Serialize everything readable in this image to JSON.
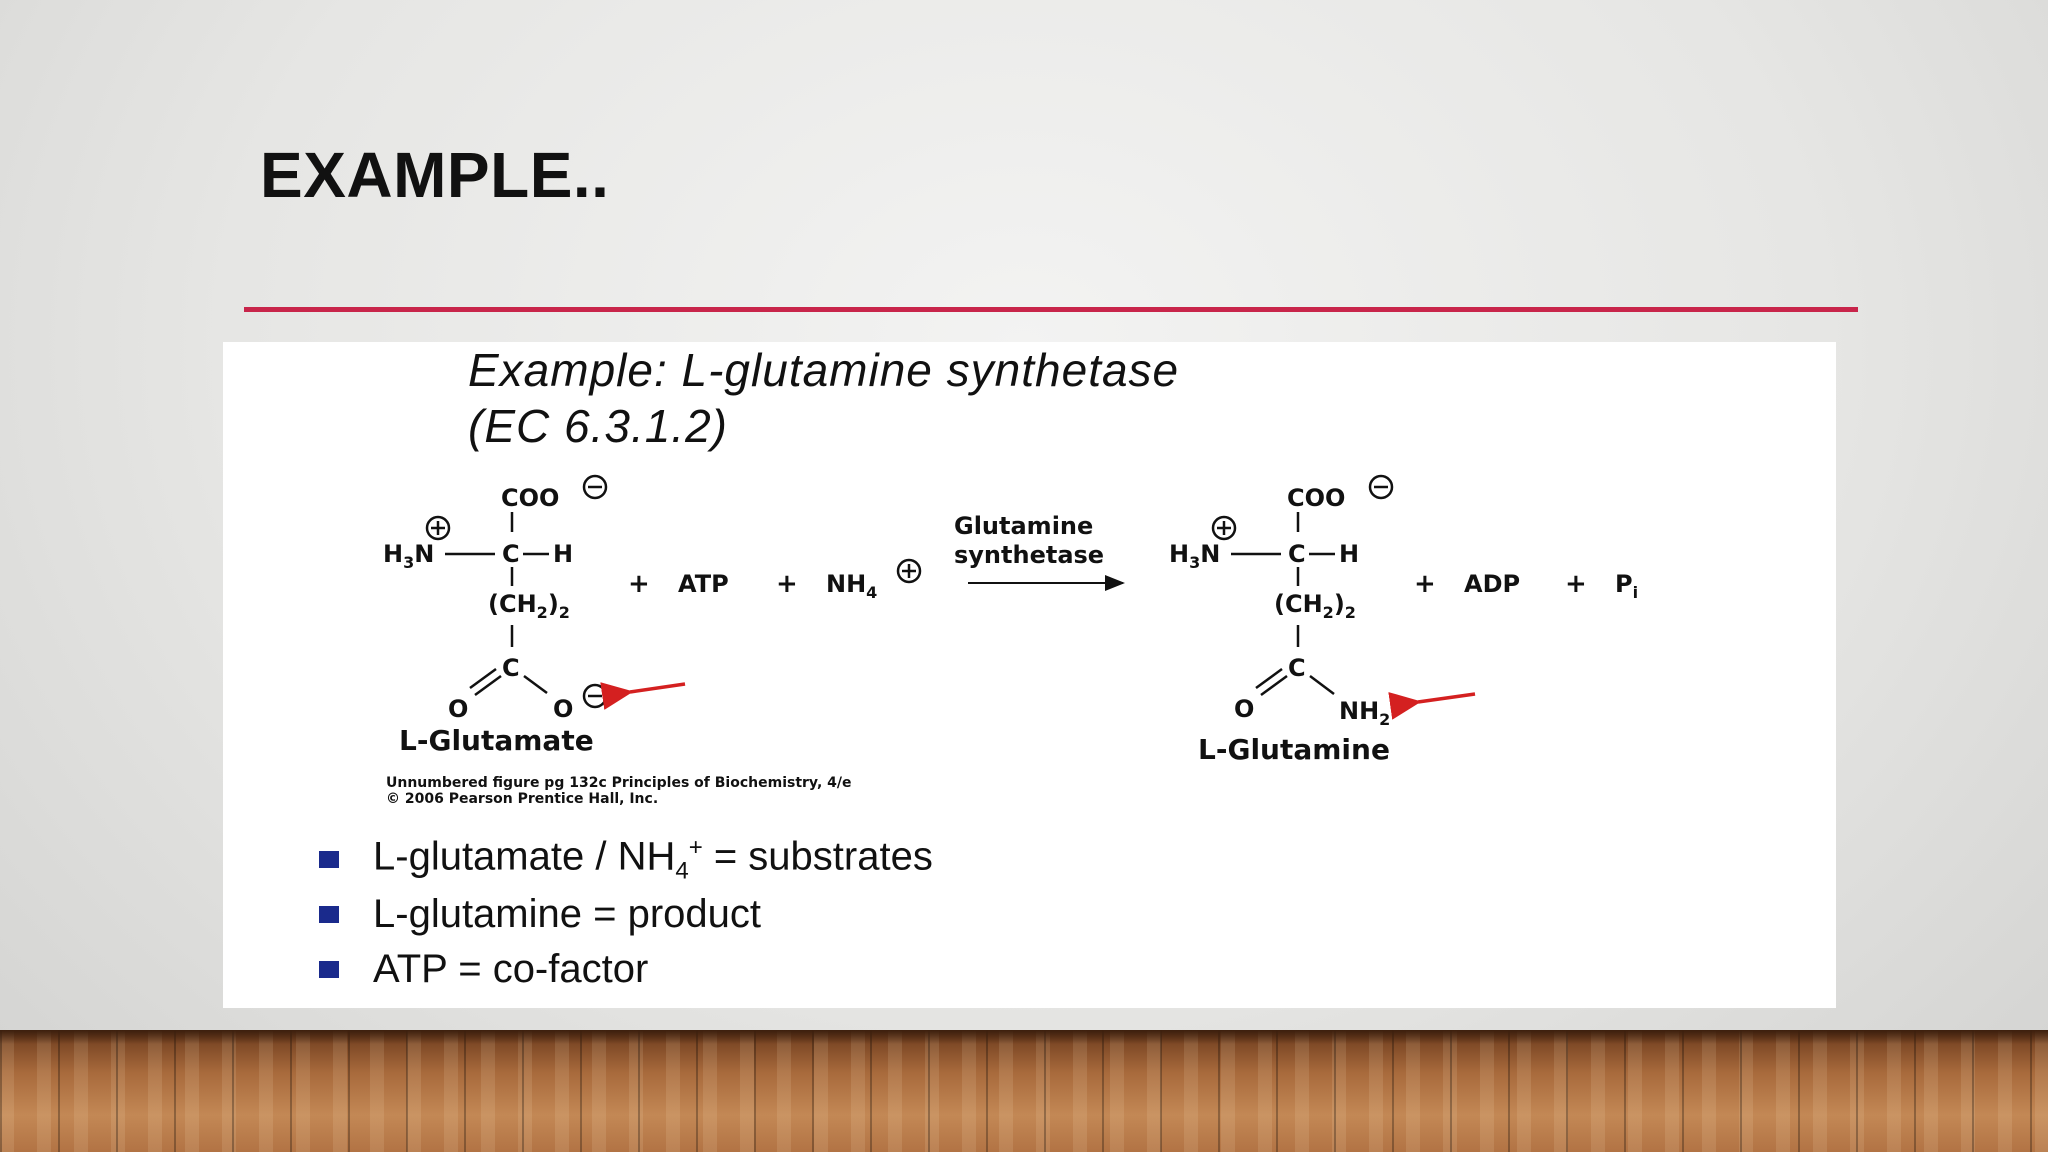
{
  "slide": {
    "title": "EXAMPLE..",
    "accent_color": "#c8254a"
  },
  "figure": {
    "heading_line1": "Example: L-glutamine synthetase",
    "heading_line2": "(EC 6.3.1.2)",
    "reaction": {
      "substrate_name": "L-Glutamate",
      "product_name": "L-Glutamine",
      "enzyme_line1": "Glutamine",
      "enzyme_line2": "synthetase",
      "cofactor": "ATP",
      "ammonium": "NH",
      "adp": "ADP",
      "phosphate": "P",
      "phosphate_sub": "i",
      "plus": "+",
      "carboxylate": "COO",
      "h3n": "H",
      "h3n_sub": "3",
      "h3n_n": "N",
      "alpha_c": "C",
      "alpha_h": "H",
      "chain": "(CH",
      "chain_sub": "2",
      "chain_close": ")",
      "chain_sub2": "2",
      "carbonyl_c": "C",
      "oxygen": "O",
      "amide": "NH",
      "amide_sub": "2",
      "ammonium_sub": "4",
      "arrow_color": "#d42020"
    },
    "caption_line1": "Unnumbered figure pg 132c  Principles of Biochemistry, 4/e",
    "caption_line2": "© 2006 Pearson Prentice Hall, Inc."
  },
  "bullets": [
    {
      "text_before": "L-glutamate / NH",
      "sub": "4",
      "sup": "+",
      "text_after": " = substrates"
    },
    {
      "text": "L-glutamine = product"
    },
    {
      "text": "ATP = co-factor"
    }
  ],
  "bullet_color": "#1a2a8c"
}
